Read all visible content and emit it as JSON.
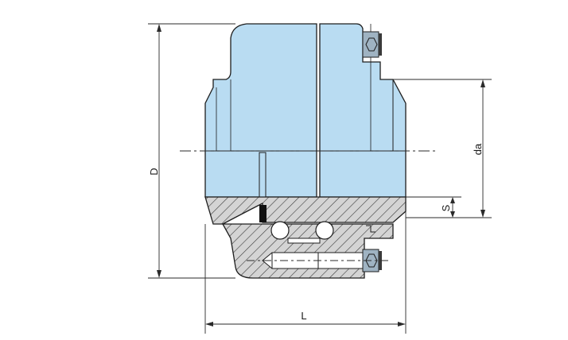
{
  "diagram": {
    "labels": {
      "D": "D",
      "da": "da",
      "S": "S",
      "L": "L"
    },
    "colors": {
      "body_fill": "#b9dcf2",
      "section_fill": "#d2d2d2",
      "hatch": "#3c3c3c",
      "outline": "#1e1e1e",
      "dim_line": "#2a2a2a",
      "seal_black": "#111111",
      "bolt_fill": "#9fb3c2"
    }
  }
}
